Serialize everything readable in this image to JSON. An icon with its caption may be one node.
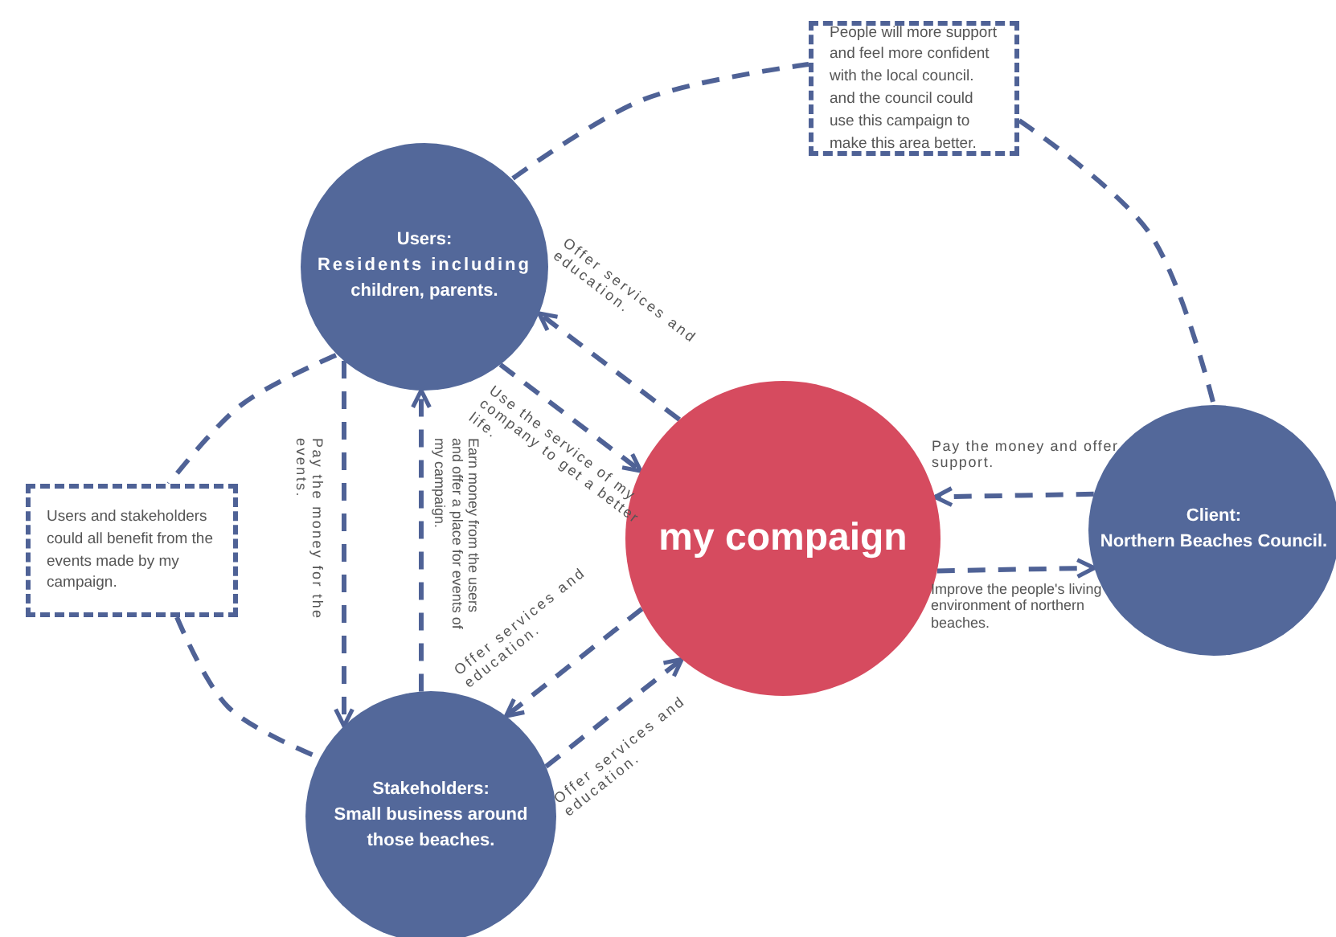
{
  "diagram": {
    "nodes": [
      {
        "text": [
          "Users:",
          "Residents including",
          "children, parents."
        ]
      },
      {
        "text": [
          "People will more support and feel more confident with the local council. and the council could use this campaign to make this area better."
        ]
      },
      {
        "text": [
          "my compaign"
        ]
      },
      {
        "text": [
          "Client:",
          "Northern Beaches Council."
        ]
      },
      {
        "text": [
          "Users and stakeholders could all benefit from the events made by my campaign."
        ]
      },
      {
        "text": [
          "Stakeholders:",
          "Small business around those beaches."
        ]
      }
    ],
    "edges": [
      {
        "from": 0,
        "to": 1,
        "arrow": "none",
        "style": "dashed"
      },
      {
        "from": 1,
        "to": 3,
        "arrow": "none",
        "style": "dashed"
      },
      {
        "from": 0,
        "to": 4,
        "arrow": "none",
        "style": "dashed"
      },
      {
        "from": 4,
        "to": 5,
        "arrow": "none",
        "style": "dashed"
      },
      {
        "from": 2,
        "to": 0,
        "arrow": "to",
        "style": "dashed",
        "label": "Offer services and education."
      },
      {
        "from": 0,
        "to": 2,
        "arrow": "to",
        "style": "dashed",
        "label": "Use the service of my company to get a better life."
      },
      {
        "from": 3,
        "to": 2,
        "arrow": "to",
        "style": "dashed",
        "label": "Pay the money and offer support."
      },
      {
        "from": 2,
        "to": 3,
        "arrow": "to",
        "style": "dashed",
        "label": "Improve the people's living environment of northern beaches."
      },
      {
        "from": 0,
        "to": 5,
        "arrow": "to",
        "style": "dashed",
        "label": "Pay the money for the events."
      },
      {
        "from": 5,
        "to": 0,
        "arrow": "to",
        "style": "dashed",
        "label": "Earn money from the users and offer a place for events of my campaign."
      },
      {
        "from": 2,
        "to": 5,
        "arrow": "to",
        "style": "dashed",
        "label": "Offer services and education."
      },
      {
        "from": 5,
        "to": 2,
        "arrow": "to",
        "style": "dashed",
        "label": "Offer services and education."
      }
    ]
  }
}
